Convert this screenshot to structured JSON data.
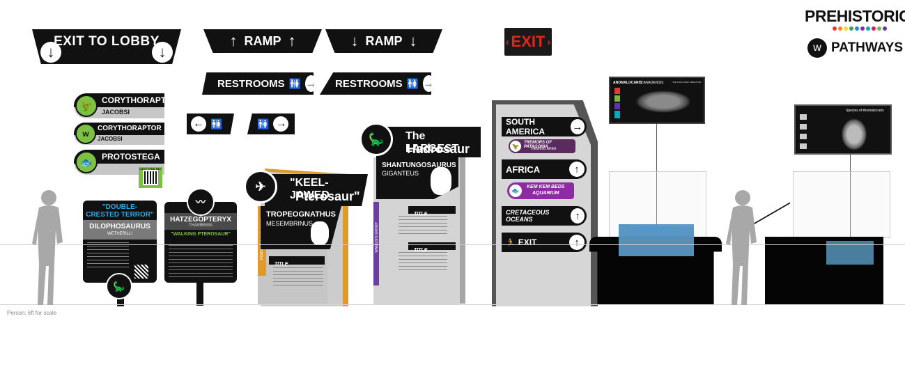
{
  "brand": {
    "line1": "PREHISTORIC",
    "line2": "PATHWAYS",
    "colors": [
      "#e53935",
      "#fb8c00",
      "#fdd835",
      "#43a047",
      "#1e88e5",
      "#8e24aa",
      "#00acc1",
      "#d81b60",
      "#7cb342",
      "#5e35b1"
    ]
  },
  "wayfinding": {
    "exit_to_lobby": "EXIT TO LOBBY",
    "ramp_up": "RAMP",
    "ramp_down": "RAMP",
    "restrooms_1": "RESTROOMS",
    "restrooms_2": "RESTROOMS",
    "exit_sign": "EXIT"
  },
  "species_tags": [
    {
      "name": "CORYTHORAPTOR",
      "sub": "JACOBSI"
    },
    {
      "name": "CORYTHORAPTOR",
      "sub": "JACOBSI"
    },
    {
      "name": "PROTOSTEGA",
      "sub": ""
    }
  ],
  "qr_caption": "CAN'T FIND ME?",
  "panel_dilo": {
    "tagline": "\"DOUBLE-CRESTED TERROR\"",
    "name": "DILOPHOSAURUS",
    "sub": "WETHERILLI"
  },
  "panel_hatz": {
    "name": "HATZEGOPTERYX",
    "sub": "THAMBEMA",
    "tagline": "\"WALKING PTEROSAUR\""
  },
  "panel_tropeo": {
    "headline1": "\"KEEL-JAWED",
    "headline2": "Pterosaur\"",
    "name": "TROPEOGNATHUS",
    "sub": "MESEMBRINUS",
    "title_label": "TITLE",
    "side_text": "ROMUALDO FORMATION"
  },
  "panel_shantung": {
    "headline1": "The LARGEST",
    "headline2": "Hadrosaur",
    "name": "SHANTUNGOSAURUS",
    "sub": "GIGANTEUS",
    "title1": "TITLE",
    "title2": "TITLE",
    "side_text": "WANGSHI GROUP"
  },
  "directory": [
    {
      "label": "SOUTH AMERICA",
      "arrow": "→"
    },
    {
      "label": "TREMORS OF PATAGONIA",
      "sub": "VIEWING AREA"
    },
    {
      "label": "AFRICA",
      "arrow": "↑"
    },
    {
      "label": "KEM KEM BEDS",
      "sub": "AQUARIUM"
    },
    {
      "label": "CRETACEOUS OCEANS",
      "arrow": "↑"
    },
    {
      "label": "EXIT",
      "arrow": "↑"
    }
  ],
  "screen1": {
    "title": "ANOMALOCARIS",
    "title2": "CANADENSIS",
    "subtitle": "\"THE FIRST APEX PREDATOR\""
  },
  "screen2": {
    "title": "Species of Anomalocaris"
  },
  "scale_note": "Person: 6ft for scale"
}
